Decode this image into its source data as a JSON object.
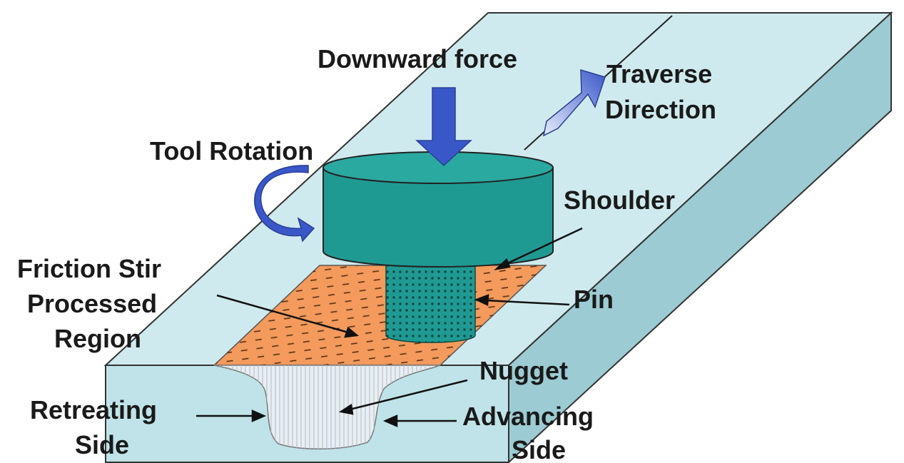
{
  "diagram": {
    "labels": {
      "downward_force": "Downward force",
      "traverse_line1": "Traverse",
      "traverse_line2": "Direction",
      "tool_rotation": "Tool Rotation",
      "shoulder": "Shoulder",
      "region_line1": "Friction Stir",
      "region_line2": "Processed",
      "region_line3": "Region",
      "pin": "Pin",
      "nugget": "Nugget",
      "retreating_line1": "Retreating",
      "retreating_line2": "Side",
      "advancing_line1": "Advancing",
      "advancing_line2": "Side"
    },
    "colors": {
      "plate_top": "#cfeaee",
      "plate_side": "#9ccbd3",
      "plate_front": "#bfe3e8",
      "tool": "#1f9a93",
      "tool_top": "#2aa9a1",
      "region": "#f39a5c",
      "arrow_blue": "#3a57c9",
      "nugget": "#e9eef2"
    }
  }
}
